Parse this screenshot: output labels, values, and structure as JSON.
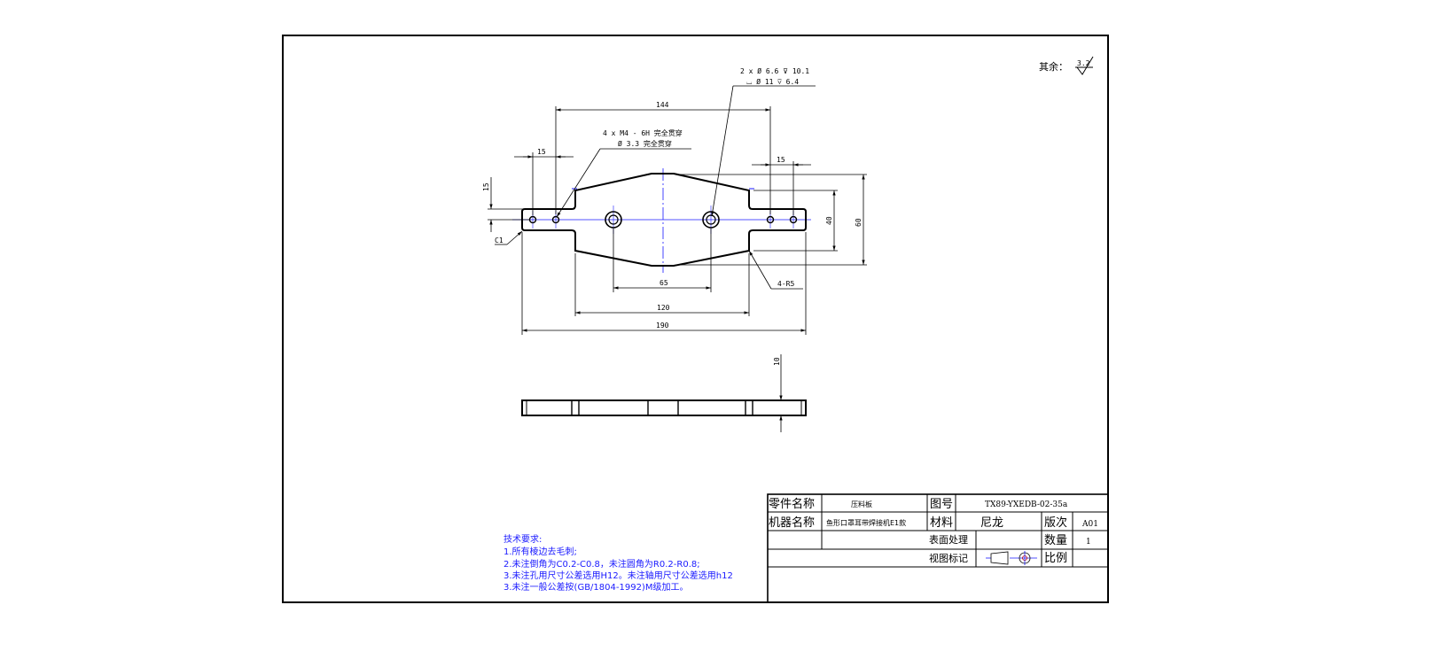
{
  "roughness": {
    "label": "其余：",
    "value": "3.2"
  },
  "dimensions": {
    "d144": "144",
    "d15_left": "15",
    "d15_right": "15",
    "d15_vert": "15",
    "c1": "C1",
    "d40": "40",
    "d60": "60",
    "d65": "65",
    "d120": "120",
    "d190": "190",
    "r5": "4-R5",
    "d10": "10"
  },
  "notes": {
    "tapped_line1": "4 x  M4 - 6H 完全贯穿",
    "tapped_line2": "Ø 3.3 完全贯穿",
    "cbore_line1": "2 x  Ø 6.6 ⊽ 10.1",
    "cbore_line2": "⌴ Ø 11 ⊽ 6.4"
  },
  "technical_requirements": {
    "title": "技术要求:",
    "items": [
      "1.所有棱边去毛刺;",
      "2.未注倒角为C0.2-C0.8，未注圆角为R0.2-R0.8;",
      "3.未注孔用尺寸公差选用H12。未注轴用尺寸公差选用h12",
      "3.未注一般公差按(GB/1804-1992)M级加工。"
    ]
  },
  "title_block": {
    "part_name_label": "零件名称",
    "part_name_value": "压料板",
    "drawing_no_label": "图号",
    "drawing_no_value": "TX89-YXEDB-02-35a",
    "machine_name_label": "机器名称",
    "machine_name_value": "鱼形口罩耳带焊接机E1款",
    "material_label": "材料",
    "material_value": "尼龙",
    "revision_label": "版次",
    "revision_value": "A01",
    "surface_label": "表面处理",
    "quantity_label": "数量",
    "quantity_value": "1",
    "view_label": "视图标记",
    "scale_label": "比例"
  },
  "colors": {
    "centerline": "#1a1aff",
    "notes": "#1a1aff",
    "lines": "#000000"
  }
}
